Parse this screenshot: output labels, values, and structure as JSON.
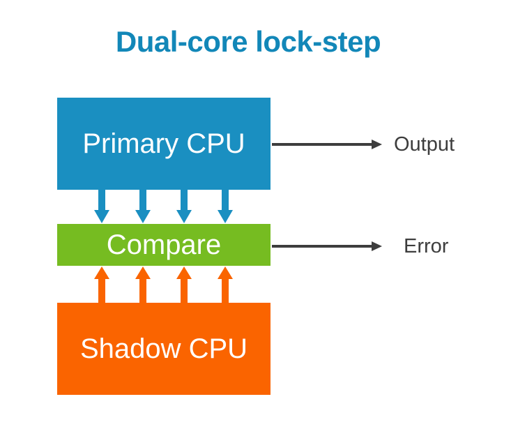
{
  "diagram": {
    "title": "Dual-core lock-step",
    "boxes": {
      "primary": {
        "label": "Primary CPU"
      },
      "compare": {
        "label": "Compare"
      },
      "shadow": {
        "label": "Shadow CPU"
      }
    },
    "side_labels": {
      "output": {
        "label": "Output"
      },
      "error": {
        "label": "Error"
      }
    },
    "arrows": {
      "primary_to_compare_count": 4,
      "shadow_to_compare_count": 4
    },
    "colors": {
      "title_blue": "#1287b8",
      "primary_blue": "#1a8fc1",
      "compare_green": "#76bc21",
      "shadow_orange": "#fa6400",
      "arrow_gray": "#3d3d3d"
    }
  }
}
